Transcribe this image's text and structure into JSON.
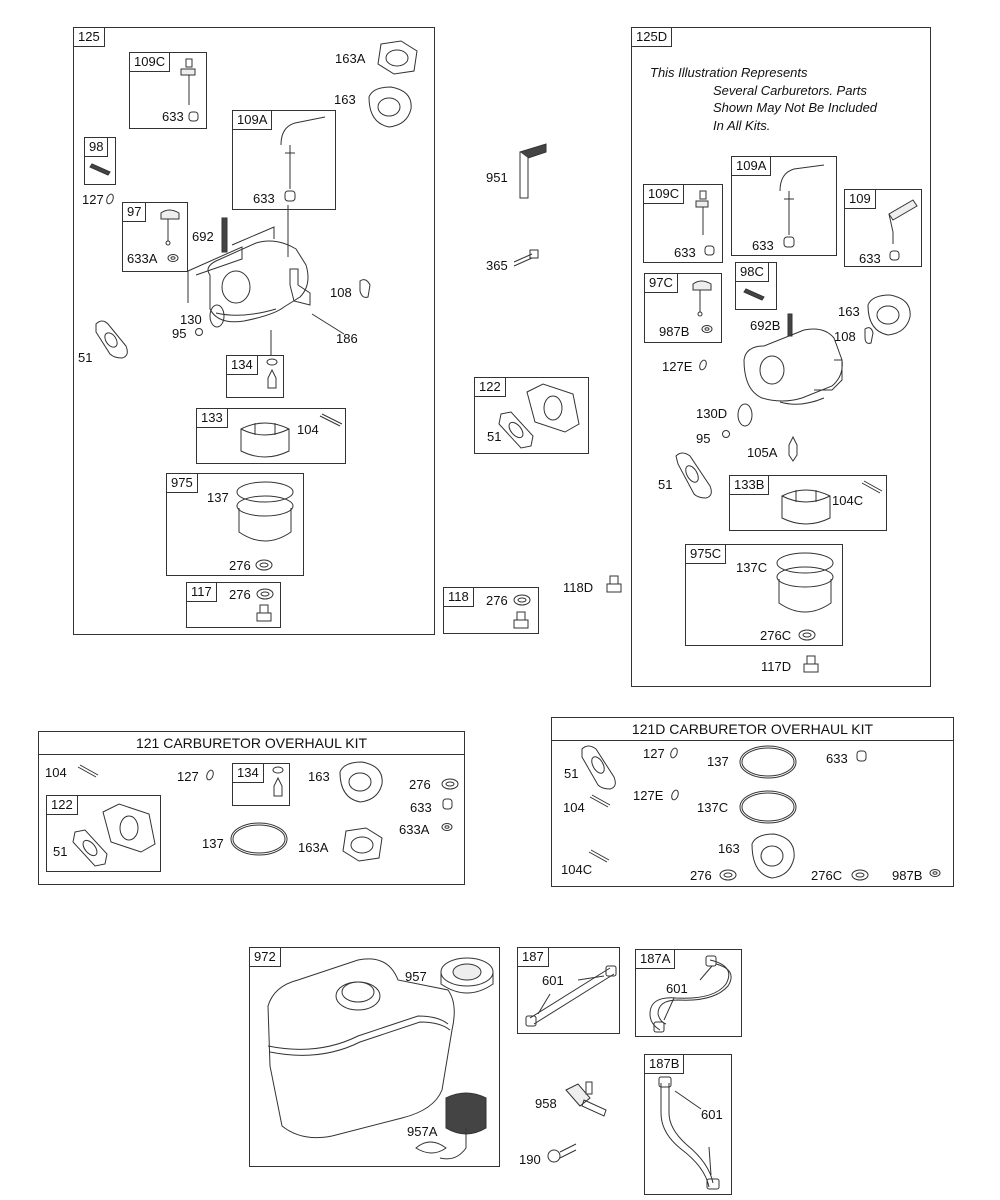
{
  "groups": {
    "g125": {
      "id": "125",
      "subkits": {
        "k109C": {
          "id": "109C",
          "parts": [
            "633"
          ]
        },
        "k109A": {
          "id": "109A",
          "parts": [
            "633"
          ]
        },
        "k98": {
          "id": "98"
        },
        "k97": {
          "id": "97",
          "parts": [
            "633A"
          ]
        },
        "k134": {
          "id": "134"
        },
        "k133": {
          "id": "133",
          "parts": [
            "104"
          ]
        },
        "k975": {
          "id": "975",
          "parts": [
            "137",
            "276"
          ]
        },
        "k117": {
          "id": "117",
          "parts": [
            "276"
          ]
        }
      },
      "loose": [
        "163A",
        "163",
        "127",
        "692",
        "108",
        "130",
        "95",
        "186",
        "51"
      ]
    },
    "middle": {
      "loose": [
        "951",
        "365",
        "118D"
      ],
      "k122": {
        "id": "122",
        "parts": [
          "51"
        ]
      },
      "k118": {
        "id": "118",
        "parts": [
          "276"
        ]
      }
    },
    "g125D": {
      "id": "125D",
      "note": [
        "This Illustration Represents",
        "Several Carburetors. Parts",
        "Shown May Not Be Included",
        "In All Kits."
      ],
      "subkits": {
        "k109C": {
          "id": "109C",
          "parts": [
            "633"
          ]
        },
        "k109A": {
          "id": "109A",
          "parts": [
            "633"
          ]
        },
        "k109": {
          "id": "109",
          "parts": [
            "633"
          ]
        },
        "k97C": {
          "id": "97C",
          "parts": [
            "987B"
          ]
        },
        "k98C": {
          "id": "98C"
        },
        "k133B": {
          "id": "133B",
          "parts": [
            "104C"
          ]
        },
        "k975C": {
          "id": "975C",
          "parts": [
            "137C",
            "276C"
          ]
        }
      },
      "loose": [
        "692B",
        "163",
        "108",
        "127E",
        "130D",
        "95",
        "105A",
        "51",
        "117D"
      ]
    },
    "kit121": {
      "title": "121 CARBURETOR OVERHAUL KIT",
      "k122": {
        "id": "122",
        "parts": [
          "51"
        ]
      },
      "k134": {
        "id": "134"
      },
      "loose": [
        "104",
        "127",
        "163",
        "276",
        "633",
        "633A",
        "137",
        "163A"
      ]
    },
    "kit121D": {
      "title": "121D CARBURETOR OVERHAUL KIT",
      "loose": [
        "51",
        "127",
        "137",
        "633",
        "104",
        "127E",
        "137C",
        "163",
        "104C",
        "276",
        "276C",
        "987B"
      ]
    },
    "tank": {
      "k972": {
        "id": "972",
        "parts": [
          "957",
          "957A"
        ]
      },
      "k187": {
        "id": "187",
        "parts": [
          "601"
        ]
      },
      "k187A": {
        "id": "187A",
        "parts": [
          "601"
        ]
      },
      "k187B": {
        "id": "187B",
        "parts": [
          "601"
        ]
      },
      "loose": [
        "958",
        "190"
      ]
    }
  }
}
